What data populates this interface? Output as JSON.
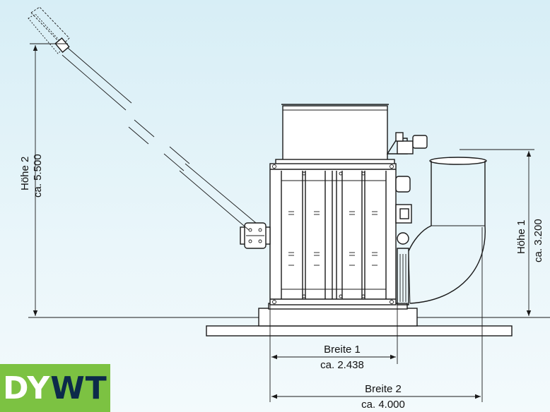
{
  "dimensions": {
    "hoehe2": {
      "label": "Höhe 2",
      "value": "ca. 5.500"
    },
    "hoehe1": {
      "label": "Höhe 1",
      "value": "ca. 3.200"
    },
    "breite1": {
      "label": "Breite 1",
      "value": "ca. 2.438"
    },
    "breite2": {
      "label": "Breite 2",
      "value": "ca. 4.000"
    }
  },
  "logo": {
    "part1": "DY",
    "part2": "WT",
    "colors": {
      "background": "#7cc242",
      "dark": "#0c2a4a",
      "light": "#ffffff"
    }
  }
}
